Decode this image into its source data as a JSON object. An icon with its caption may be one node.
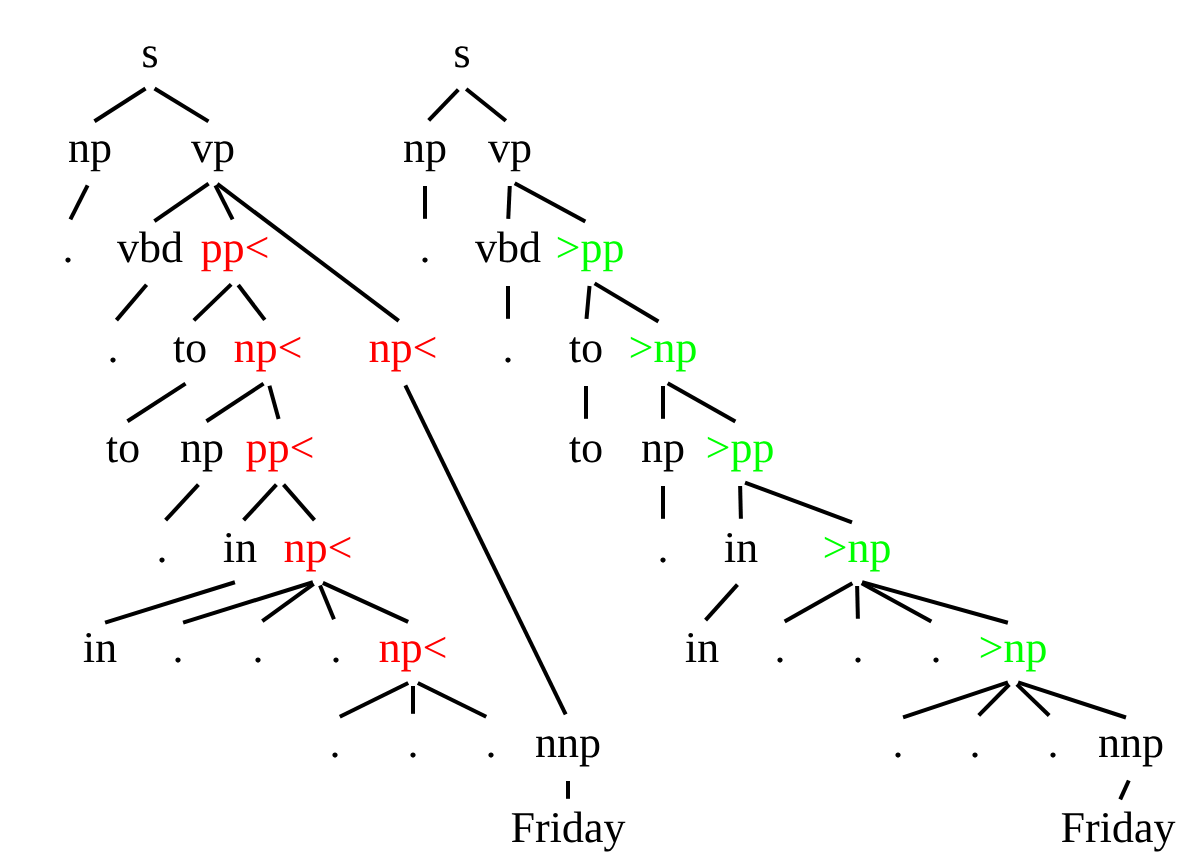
{
  "diagram": {
    "nodes": [
      {
        "text": [
          "s"
        ]
      },
      {
        "text": [
          "np"
        ]
      },
      {
        "text": [
          "vp"
        ]
      },
      {
        "text": [
          "."
        ]
      },
      {
        "text": [
          "vbd"
        ]
      },
      {
        "text": [
          "pp<"
        ]
      },
      {
        "text": [
          "."
        ]
      },
      {
        "text": [
          "to"
        ]
      },
      {
        "text": [
          "np<"
        ]
      },
      {
        "text": [
          "np<"
        ]
      },
      {
        "text": [
          "to"
        ]
      },
      {
        "text": [
          "np"
        ]
      },
      {
        "text": [
          "pp<"
        ]
      },
      {
        "text": [
          "."
        ]
      },
      {
        "text": [
          "in"
        ]
      },
      {
        "text": [
          "np<"
        ]
      },
      {
        "text": [
          "in"
        ]
      },
      {
        "text": [
          "."
        ]
      },
      {
        "text": [
          "."
        ]
      },
      {
        "text": [
          "."
        ]
      },
      {
        "text": [
          "np<"
        ]
      },
      {
        "text": [
          "."
        ]
      },
      {
        "text": [
          "."
        ]
      },
      {
        "text": [
          "."
        ]
      },
      {
        "text": [
          "nnp"
        ]
      },
      {
        "text": [
          "Friday"
        ]
      },
      {
        "text": [
          "s"
        ]
      },
      {
        "text": [
          "np"
        ]
      },
      {
        "text": [
          "vp"
        ]
      },
      {
        "text": [
          "."
        ]
      },
      {
        "text": [
          "vbd"
        ]
      },
      {
        "text": [
          ">pp"
        ]
      },
      {
        "text": [
          "."
        ]
      },
      {
        "text": [
          "to"
        ]
      },
      {
        "text": [
          ">np"
        ]
      },
      {
        "text": [
          "to"
        ]
      },
      {
        "text": [
          "np"
        ]
      },
      {
        "text": [
          ">pp"
        ]
      },
      {
        "text": [
          "."
        ]
      },
      {
        "text": [
          "in"
        ]
      },
      {
        "text": [
          ">np"
        ]
      },
      {
        "text": [
          "in"
        ]
      },
      {
        "text": [
          "."
        ]
      },
      {
        "text": [
          "."
        ]
      },
      {
        "text": [
          "."
        ]
      },
      {
        "text": [
          ">np"
        ]
      },
      {
        "text": [
          "."
        ]
      },
      {
        "text": [
          "."
        ]
      },
      {
        "text": [
          "."
        ]
      },
      {
        "text": [
          "nnp"
        ]
      },
      {
        "text": [
          "Friday"
        ]
      }
    ],
    "edges": [
      {
        "from": 0,
        "to": 1,
        "arrow": "none"
      },
      {
        "from": 0,
        "to": 2,
        "arrow": "none"
      },
      {
        "from": 1,
        "to": 3,
        "arrow": "none"
      },
      {
        "from": 2,
        "to": 4,
        "arrow": "none"
      },
      {
        "from": 2,
        "to": 5,
        "arrow": "none"
      },
      {
        "from": 2,
        "to": 9,
        "arrow": "none"
      },
      {
        "from": 4,
        "to": 6,
        "arrow": "none"
      },
      {
        "from": 5,
        "to": 7,
        "arrow": "none"
      },
      {
        "from": 5,
        "to": 8,
        "arrow": "none"
      },
      {
        "from": 7,
        "to": 10,
        "arrow": "none"
      },
      {
        "from": 8,
        "to": 11,
        "arrow": "none"
      },
      {
        "from": 8,
        "to": 12,
        "arrow": "none"
      },
      {
        "from": 11,
        "to": 13,
        "arrow": "none"
      },
      {
        "from": 12,
        "to": 14,
        "arrow": "none"
      },
      {
        "from": 12,
        "to": 15,
        "arrow": "none"
      },
      {
        "from": 14,
        "to": 16,
        "arrow": "none"
      },
      {
        "from": 15,
        "to": 17,
        "arrow": "none"
      },
      {
        "from": 15,
        "to": 18,
        "arrow": "none"
      },
      {
        "from": 15,
        "to": 19,
        "arrow": "none"
      },
      {
        "from": 15,
        "to": 20,
        "arrow": "none"
      },
      {
        "from": 20,
        "to": 21,
        "arrow": "none"
      },
      {
        "from": 20,
        "to": 22,
        "arrow": "none"
      },
      {
        "from": 20,
        "to": 23,
        "arrow": "none"
      },
      {
        "from": 9,
        "to": 24,
        "arrow": "none"
      },
      {
        "from": 24,
        "to": 25,
        "arrow": "none"
      },
      {
        "from": 26,
        "to": 27,
        "arrow": "none"
      },
      {
        "from": 26,
        "to": 28,
        "arrow": "none"
      },
      {
        "from": 27,
        "to": 29,
        "arrow": "none"
      },
      {
        "from": 28,
        "to": 30,
        "arrow": "none"
      },
      {
        "from": 28,
        "to": 31,
        "arrow": "none"
      },
      {
        "from": 30,
        "to": 32,
        "arrow": "none"
      },
      {
        "from": 31,
        "to": 33,
        "arrow": "none"
      },
      {
        "from": 31,
        "to": 34,
        "arrow": "none"
      },
      {
        "from": 33,
        "to": 35,
        "arrow": "none"
      },
      {
        "from": 34,
        "to": 36,
        "arrow": "none"
      },
      {
        "from": 34,
        "to": 37,
        "arrow": "none"
      },
      {
        "from": 36,
        "to": 38,
        "arrow": "none"
      },
      {
        "from": 37,
        "to": 39,
        "arrow": "none"
      },
      {
        "from": 37,
        "to": 40,
        "arrow": "none"
      },
      {
        "from": 39,
        "to": 41,
        "arrow": "none"
      },
      {
        "from": 40,
        "to": 42,
        "arrow": "none"
      },
      {
        "from": 40,
        "to": 43,
        "arrow": "none"
      },
      {
        "from": 40,
        "to": 44,
        "arrow": "none"
      },
      {
        "from": 40,
        "to": 45,
        "arrow": "none"
      },
      {
        "from": 45,
        "to": 46,
        "arrow": "none"
      },
      {
        "from": 45,
        "to": 47,
        "arrow": "none"
      },
      {
        "from": 45,
        "to": 48,
        "arrow": "none"
      },
      {
        "from": 45,
        "to": 49,
        "arrow": "none"
      },
      {
        "from": 49,
        "to": 50,
        "arrow": "none"
      }
    ]
  }
}
